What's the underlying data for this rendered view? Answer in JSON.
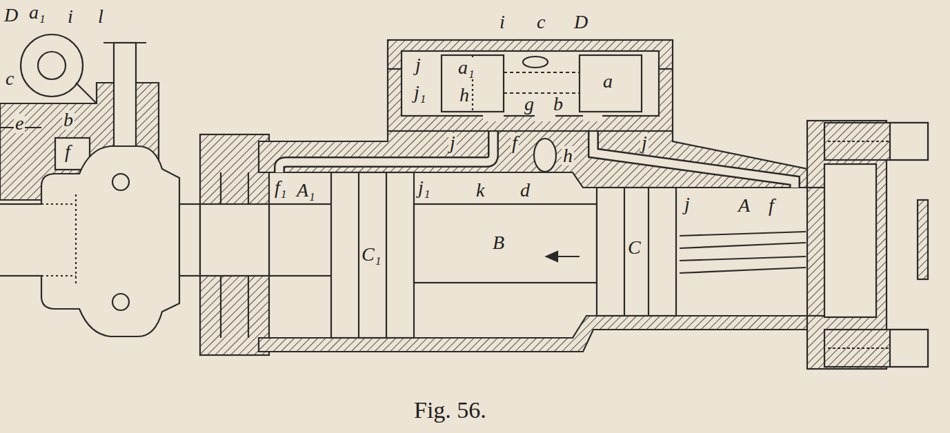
{
  "diagram": {
    "caption": "Fig. 56.",
    "labels": [
      "D",
      "a₁",
      "i",
      "l",
      "c",
      "b",
      "e",
      "f",
      "i",
      "c",
      "D",
      "j",
      "j₁",
      "a₁",
      "h",
      "b",
      "g",
      "a",
      "f",
      "j",
      "h",
      "j",
      "f₁",
      "A₁",
      "j₁",
      "k",
      "d",
      "C₁",
      "B",
      "C",
      "j",
      "A",
      "f"
    ]
  }
}
